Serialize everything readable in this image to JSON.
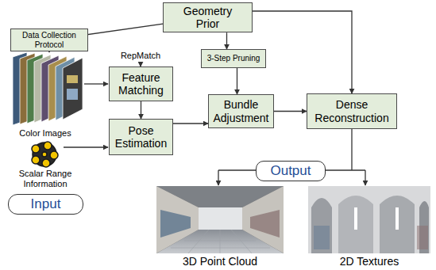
{
  "diagram": {
    "nodes": [
      {
        "text": [
          "Geometry Prior"
        ]
      },
      {
        "text": [
          "Data Collection Protocol"
        ]
      },
      {
        "text": [
          "3-Step Pruning"
        ]
      },
      {
        "text": [
          "Feature Matching"
        ]
      },
      {
        "text": [
          "Pose Estimation"
        ]
      },
      {
        "text": [
          "Bundle Adjustment"
        ]
      },
      {
        "text": [
          "Dense Reconstruction"
        ]
      },
      {
        "text": [
          "Input"
        ]
      },
      {
        "text": [
          "Output"
        ]
      }
    ],
    "edges": [
      {
        "from": 0,
        "to": 1,
        "arrow": "to"
      },
      {
        "from": 0,
        "to": 2,
        "arrow": "to"
      },
      {
        "from": 0,
        "to": 6,
        "arrow": "to"
      },
      {
        "from": 3,
        "to": 4,
        "arrow": "to"
      },
      {
        "from": 4,
        "to": 5,
        "arrow": "to"
      },
      {
        "from": 2,
        "to": 5,
        "arrow": "to"
      },
      {
        "from": 5,
        "to": 6,
        "arrow": "to"
      }
    ],
    "labels": [
      "RepMatch",
      "Color Images",
      "Scalar Range Information",
      "3D Point Cloud",
      "2D Textures"
    ]
  }
}
